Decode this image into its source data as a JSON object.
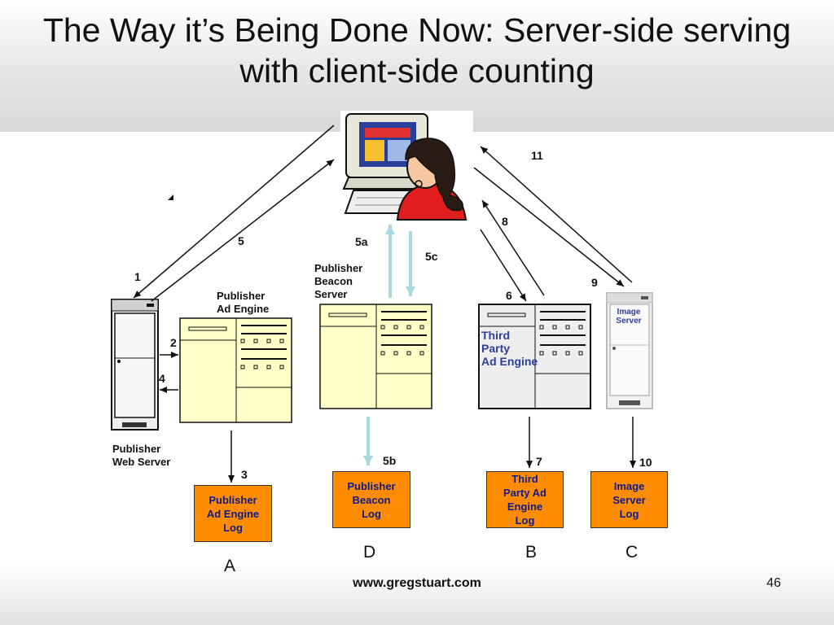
{
  "slide": {
    "title": "The Way it’s Being Done Now: Server-side serving with client-side counting",
    "footer_url": "www.gregstuart.com",
    "page_number": "46"
  },
  "labels": {
    "publisher_ad_engine": "Publisher\nAd Engine",
    "publisher_beacon_server": "Publisher\nBeacon\nServer",
    "publisher_web_server": "Publisher\nWeb Server",
    "third_party_ad_engine": "Third Party\nAd Engine",
    "image_server": "Image\nServer"
  },
  "steps": [
    "1",
    "2",
    "3",
    "4",
    "5",
    "5a",
    "5b",
    "5c",
    "6",
    "7",
    "8",
    "9",
    "10",
    "11"
  ],
  "logs": {
    "publisher_ad_engine_log": "Publisher\nAd Engine\nLog",
    "publisher_beacon_log": "Publisher\nBeacon\nLog",
    "third_party_ad_engine_log": "Third\nParty Ad\nEngine\nLog",
    "image_server_log": "Image\nServer\nLog"
  },
  "letters": [
    "A",
    "D",
    "B",
    "C"
  ],
  "colors": {
    "log_fill": "#ff8c00",
    "log_text": "#0c1a8f",
    "engine_fill": "#ffffc8",
    "beacon_arrow": "#a8d8e0",
    "third_party_text": "#2b3f9c"
  }
}
